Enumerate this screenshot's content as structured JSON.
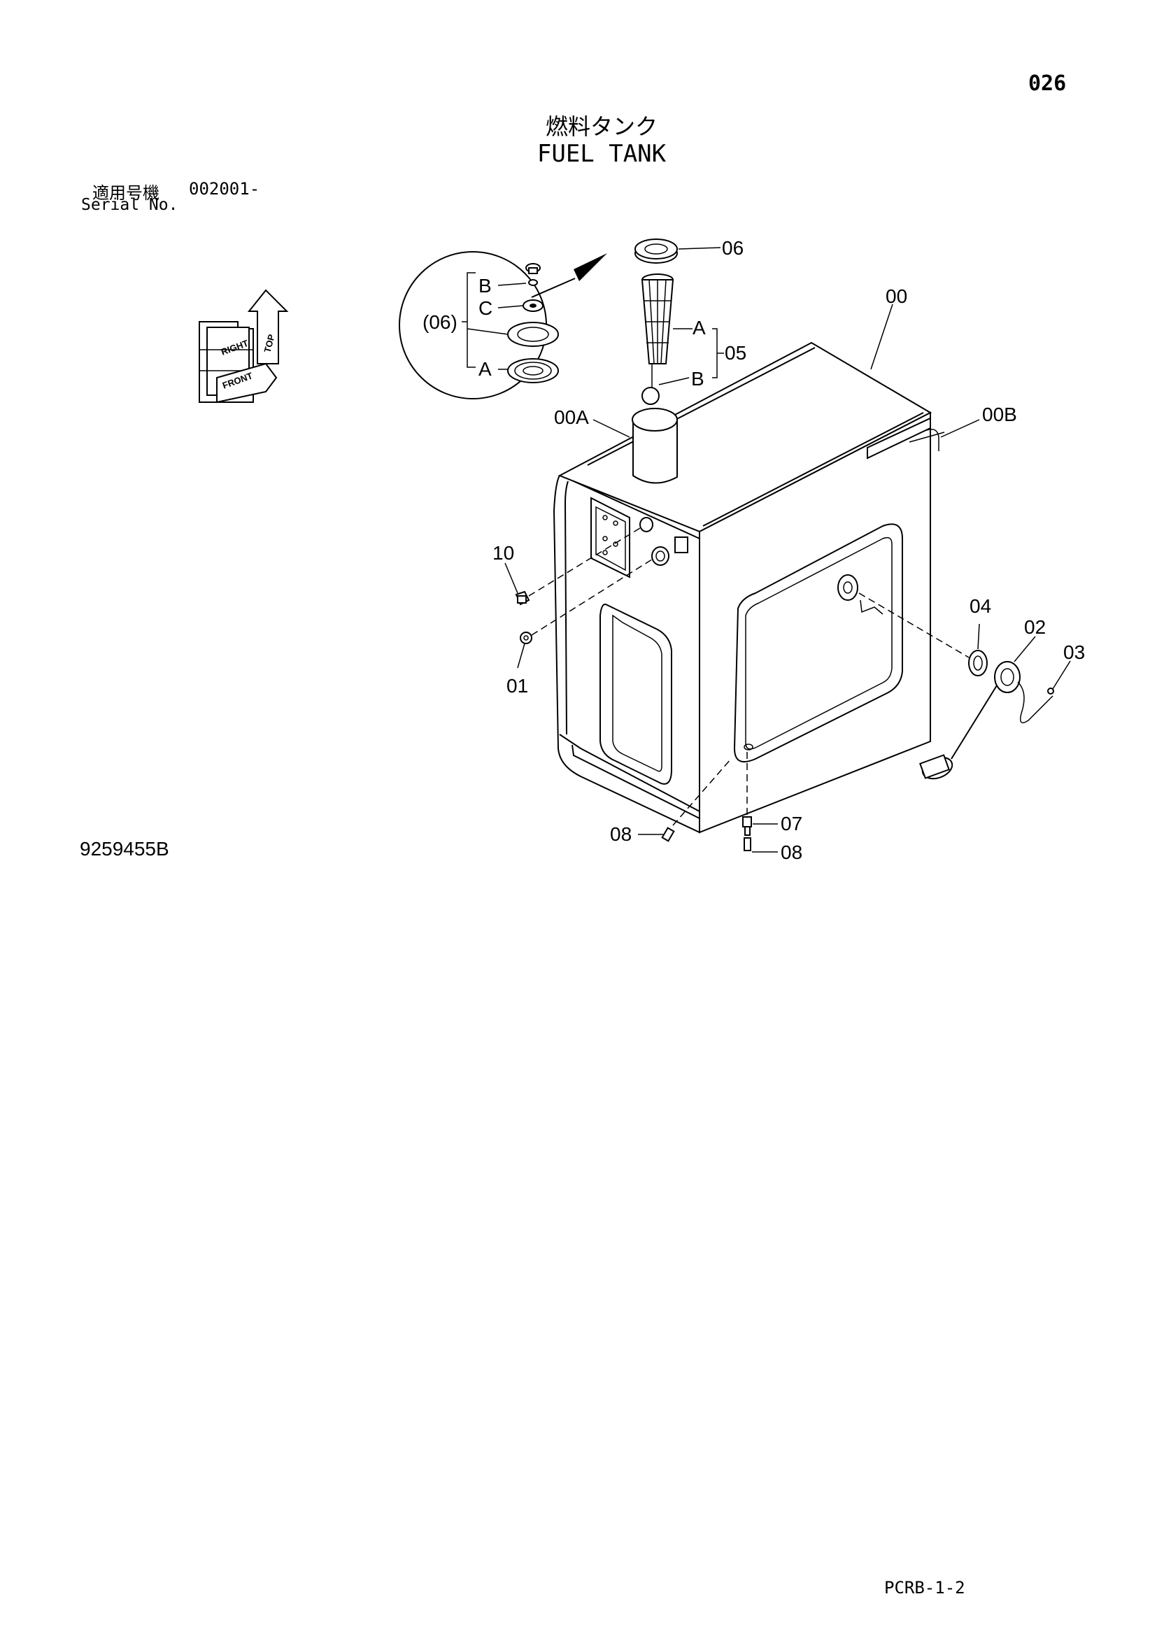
{
  "page": {
    "page_number": "026",
    "title_jp": "燃料タンク",
    "title_en": "FUEL TANK",
    "serial_label_jp": "適用号機",
    "serial_code": "002001-",
    "serial_label_en": "Serial No.",
    "drawing_number": "9259455B",
    "sheet_code": "PCRB-1-2"
  },
  "orientation_labels": [
    "TOP",
    "RIGHT",
    "FRONT"
  ],
  "callouts": {
    "c00": "00",
    "c00A": "00A",
    "c00B": "00B",
    "c01": "01",
    "c02": "02",
    "c03": "03",
    "c04": "04",
    "c05": "05",
    "c06": "06",
    "c07": "07",
    "c08a": "08",
    "c08b": "08",
    "c10": "10",
    "detail_06": "(06)",
    "detail_B": "B",
    "detail_C": "C",
    "detail_A": "A",
    "strainer_A": "A",
    "strainer_B": "B"
  }
}
